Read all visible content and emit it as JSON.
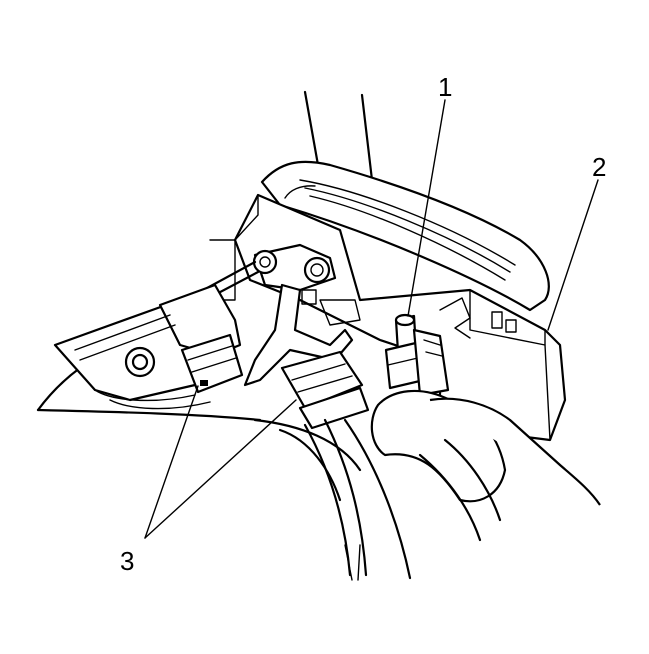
{
  "callouts": {
    "c1": "1",
    "c2": "2",
    "c3": "3"
  }
}
